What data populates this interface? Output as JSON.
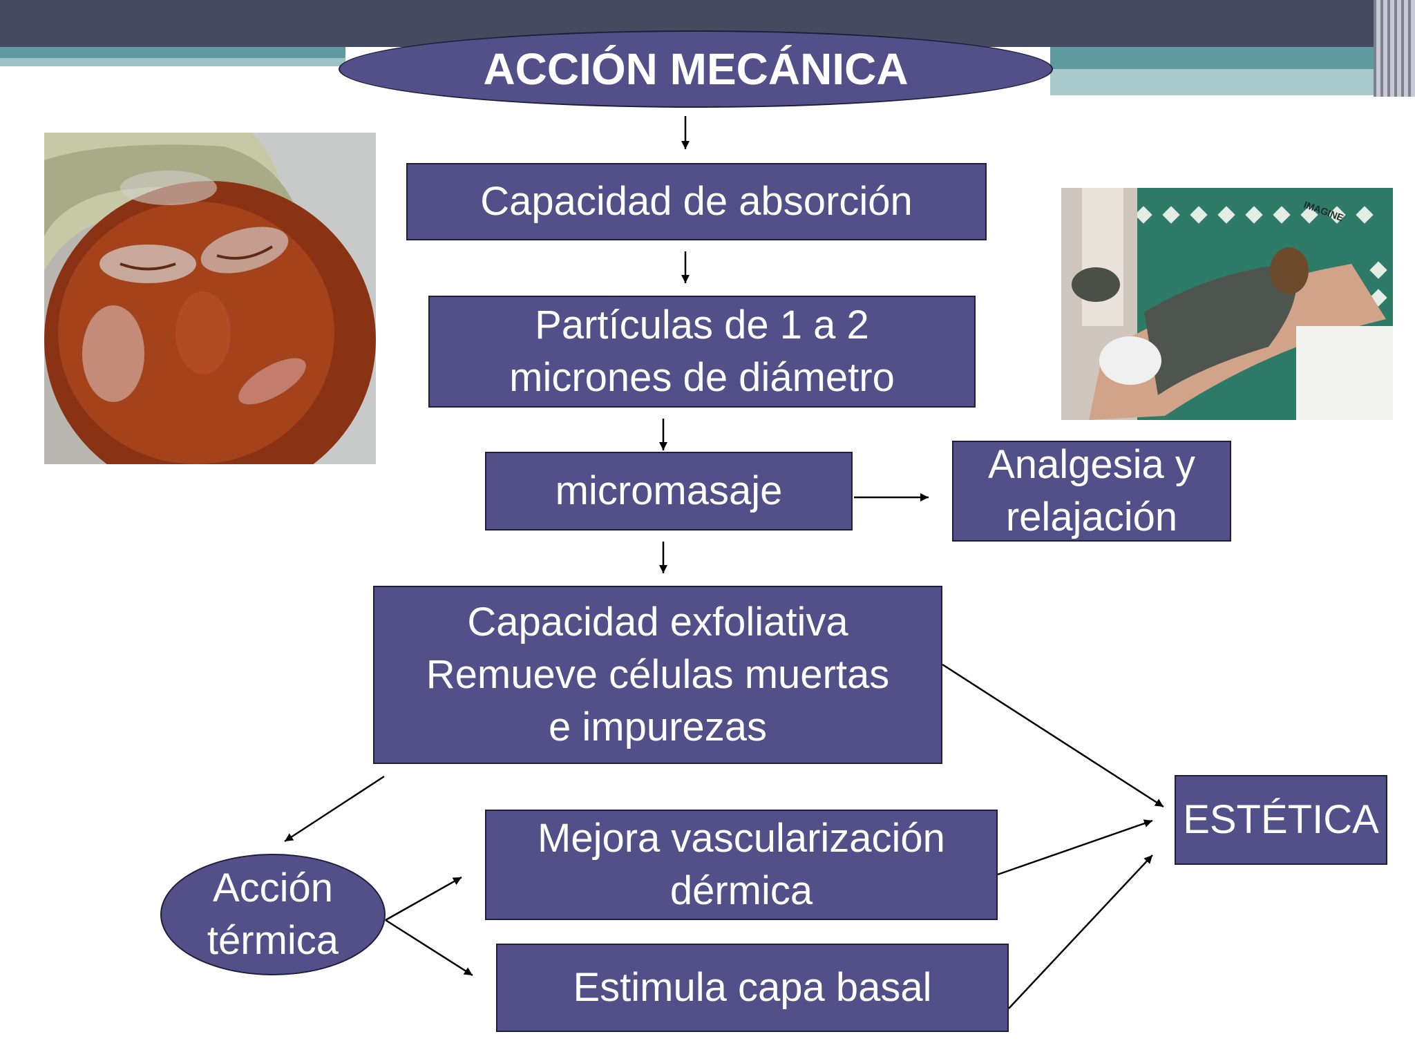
{
  "title": "ACCIÓN MECÁNICA",
  "nodes": {
    "absorcion": "Capacidad de absorción",
    "particulas": "Partículas de 1 a 2\nmicrones de diámetro",
    "micromasaje": "micromasaje",
    "analgesia": "Analgesia y\nrelajación",
    "exfoliativa": "Capacidad exfoliativa\nRemueve células muertas\ne impurezas",
    "termica": "Acción\ntérmica",
    "vascularizacion": "Mejora vascularización\ndérmica",
    "basal": "Estimula capa basal",
    "estetica": "ESTÉTICA"
  },
  "photo_right": {
    "watermark": "IMAGINE"
  },
  "colors": {
    "box_fill": "#535089",
    "box_border": "#1e1d3a",
    "top_bar": "#474a5e",
    "accent_teal": "#5e9aa0"
  }
}
